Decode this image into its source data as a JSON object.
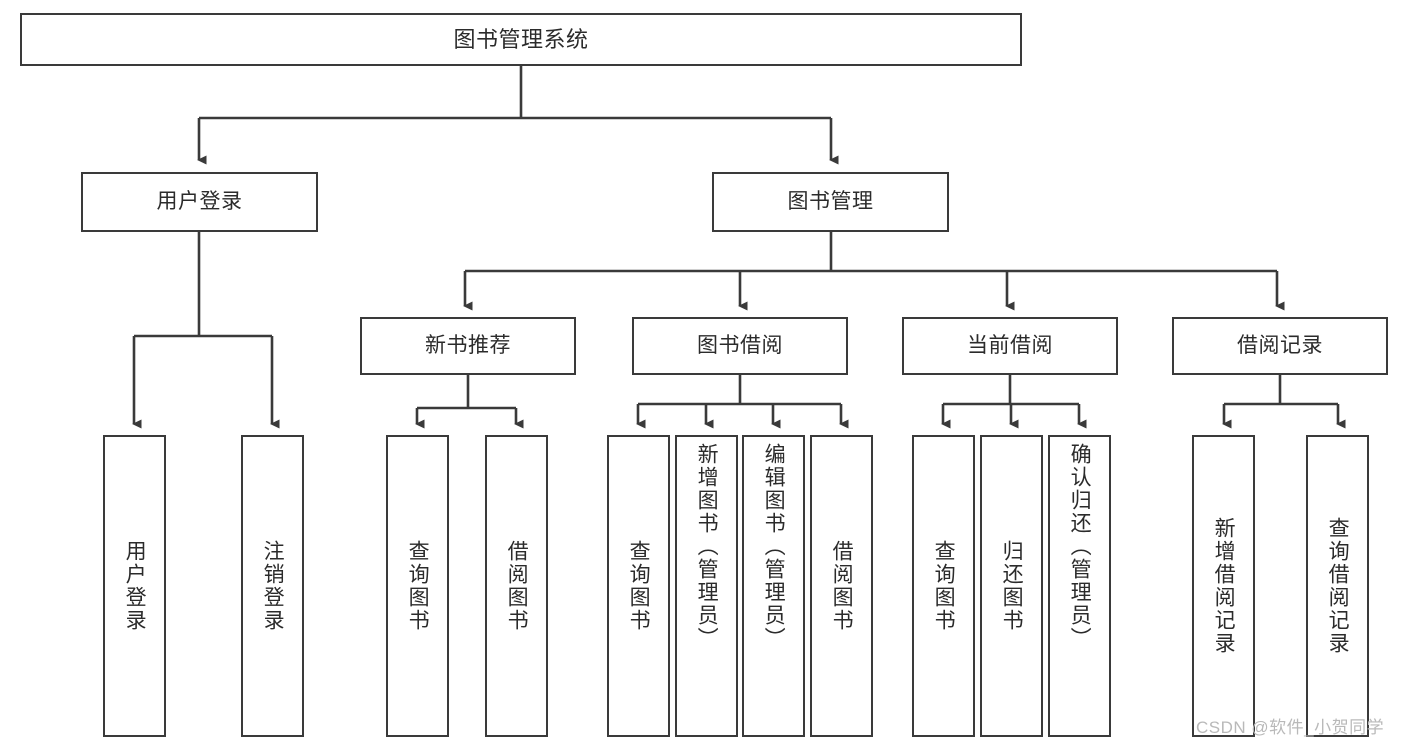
{
  "diagram": {
    "type": "tree-hierarchy-functional-decomposition",
    "root": {
      "id": "root",
      "label": "图书管理系统"
    },
    "level1": [
      {
        "id": "user-login",
        "label": "用户登录"
      },
      {
        "id": "book-management",
        "label": "图书管理"
      }
    ],
    "level2": [
      {
        "id": "new-book-recommend",
        "label": "新书推荐",
        "parent": "book-management"
      },
      {
        "id": "book-borrow",
        "label": "图书借阅",
        "parent": "book-management"
      },
      {
        "id": "current-borrow",
        "label": "当前借阅",
        "parent": "book-management"
      },
      {
        "id": "borrow-record",
        "label": "借阅记录",
        "parent": "book-management"
      }
    ],
    "leaves": [
      {
        "id": "leaf-user-login",
        "label": "用户登录",
        "parent": "user-login"
      },
      {
        "id": "leaf-logout",
        "label": "注销登录",
        "parent": "user-login"
      },
      {
        "id": "leaf-query-book-1",
        "label": "查询图书",
        "parent": "new-book-recommend"
      },
      {
        "id": "leaf-borrow-book-1",
        "label": "借阅图书",
        "parent": "new-book-recommend"
      },
      {
        "id": "leaf-query-book-2",
        "label": "查询图书",
        "parent": "book-borrow"
      },
      {
        "id": "leaf-add-book",
        "label": "新增图书（管理员）",
        "parent": "book-borrow"
      },
      {
        "id": "leaf-edit-book",
        "label": "编辑图书（管理员）",
        "parent": "book-borrow"
      },
      {
        "id": "leaf-borrow-book-2",
        "label": "借阅图书",
        "parent": "book-borrow"
      },
      {
        "id": "leaf-query-book-3",
        "label": "查询图书",
        "parent": "current-borrow"
      },
      {
        "id": "leaf-return-book",
        "label": "归还图书",
        "parent": "current-borrow"
      },
      {
        "id": "leaf-confirm-return",
        "label": "确认归还（管理员）",
        "parent": "current-borrow"
      },
      {
        "id": "leaf-add-record",
        "label": "新增借阅记录",
        "parent": "borrow-record"
      },
      {
        "id": "leaf-query-record",
        "label": "查询借阅记录",
        "parent": "borrow-record"
      }
    ],
    "colors": {
      "stroke": "#3a3a3a",
      "text": "#2b2b2b",
      "background": "#ffffff",
      "watermark": "#b9b9b9"
    }
  },
  "watermark": {
    "text": "CSDN @软件_小贺同学"
  }
}
